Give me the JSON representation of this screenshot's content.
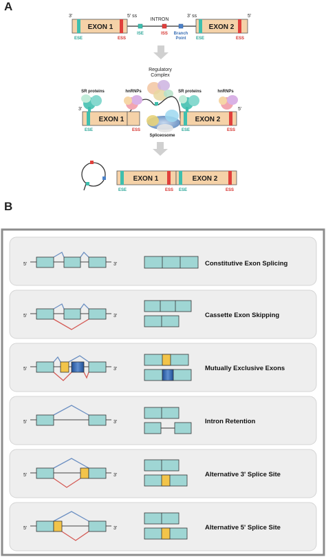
{
  "panel_a": {
    "letter": "A",
    "exon1": "EXON 1",
    "exon2": "EXON 2",
    "intron": "INTRON",
    "three_prime": "3'",
    "five_prime": "5'",
    "five_ss": "5' ss",
    "three_ss": "3' ss",
    "ese": "ESE",
    "ess": "ESS",
    "ise": "ISE",
    "iss": "ISS",
    "branch_point_1": "Branch",
    "branch_point_2": "Point",
    "regulatory_1": "Regulatory",
    "regulatory_2": "Complex",
    "sr_proteins": "SR proteins",
    "hnrnps": "hnRNPs",
    "spliceosome": "Spliceosome",
    "colors": {
      "exon_fill": "#f5d2a8",
      "ese": "#3fbfae",
      "ess": "#e0403c",
      "intron_line": "#333333",
      "ese_text": "#2aa597",
      "ess_text": "#d42f2a",
      "branch_text": "#3a6fb5"
    }
  },
  "panel_b": {
    "letter": "B",
    "five_prime": "5'",
    "three_prime": "3'",
    "rows": [
      {
        "label": "Constitutive Exon Splicing"
      },
      {
        "label": "Cassette Exon Skipping"
      },
      {
        "label": "Mutually  Exclusive Exons"
      },
      {
        "label": "Intron  Retention"
      },
      {
        "label": "Alternative  3' Splice Site"
      },
      {
        "label": "Alternative  5' Splice Site"
      }
    ],
    "colors": {
      "exon_fill": "#9fd6d4",
      "alt_yellow": "#f2c44a",
      "alt_blue": "#2f5fa8",
      "upper_junction": "#6b8fc2",
      "lower_junction": "#d45a55",
      "row_bg": "#eeeeee",
      "frame": "#8c8c8c"
    }
  }
}
